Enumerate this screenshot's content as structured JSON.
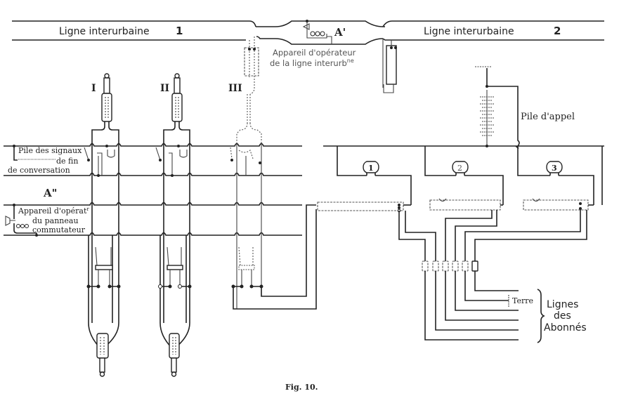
{
  "figure": {
    "caption": "Fig. 10."
  },
  "lines": {
    "intercity_1": "Ligne   interurbaine",
    "intercity_1_num": "1",
    "intercity_2": "Ligne   interurbaine",
    "intercity_2_num": "2"
  },
  "operator_intercity": {
    "mark": "A'",
    "label_line1": "Appareil d'opérateur",
    "label_line2": "de la ligne interurb",
    "label_sup": "ne"
  },
  "cords": {
    "labels": [
      "I",
      "II",
      "III"
    ]
  },
  "signals_battery": {
    "line1": "Pile des signaux",
    "line2": "de fin",
    "line3": "de conversation"
  },
  "panel_operator": {
    "mark": "A\"",
    "line1": "Appareil d'opérat",
    "line1_sup": "r",
    "line2": "du panneau",
    "line3": "commutateur"
  },
  "call_battery": {
    "label": "Pile d'appel"
  },
  "drops": {
    "labels": [
      "1",
      "2",
      "3"
    ]
  },
  "subscriber_lines": {
    "ground": "Terre",
    "line1": "Lignes",
    "line2": "des",
    "line3": "Abonnés"
  }
}
